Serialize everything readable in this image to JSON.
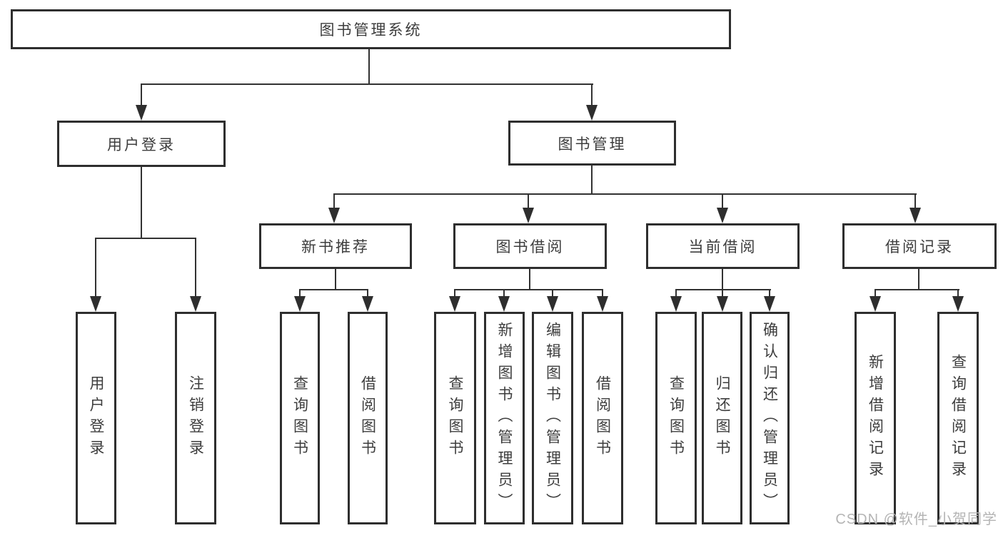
{
  "diagram_title": "图书管理系统",
  "nodes": {
    "root": "图书管理系统",
    "user_login": "用户登录",
    "book_mgmt": "图书管理",
    "new_rec": "新书推荐",
    "book_borrow": "图书借阅",
    "cur_borrow": "当前借阅",
    "borrow_hist": "借阅记录",
    "leaf_login": "用户登录",
    "leaf_logout": "注销登录",
    "leaf_rec_query": "查询图书",
    "leaf_rec_borrow": "借阅图书",
    "leaf_bb_query": "查询图书",
    "leaf_bb_add": "新增图书（管理员）",
    "leaf_bb_edit": "编辑图书（管理员）",
    "leaf_bb_borrow": "借阅图书",
    "leaf_cb_query": "查询图书",
    "leaf_cb_return": "归还图书",
    "leaf_cb_confirm": "确认归还（管理员）",
    "leaf_bh_add": "新增借阅记录",
    "leaf_bh_query": "查询借阅记录"
  },
  "hierarchy": {
    "图书管理系统": {
      "用户登录": [
        "用户登录",
        "注销登录"
      ],
      "图书管理": {
        "新书推荐": [
          "查询图书",
          "借阅图书"
        ],
        "图书借阅": [
          "查询图书",
          "新增图书（管理员）",
          "编辑图书（管理员）",
          "借阅图书"
        ],
        "当前借阅": [
          "查询图书",
          "归还图书",
          "确认归还（管理员）"
        ],
        "借阅记录": [
          "新增借阅记录",
          "查询借阅记录"
        ]
      }
    }
  },
  "watermark": "CSDN @软件_小贺同学",
  "colors": {
    "background": "#ffffff",
    "line": "#2e2e2e",
    "text": "#3d3d3d",
    "watermark": "#b4b4b4"
  }
}
